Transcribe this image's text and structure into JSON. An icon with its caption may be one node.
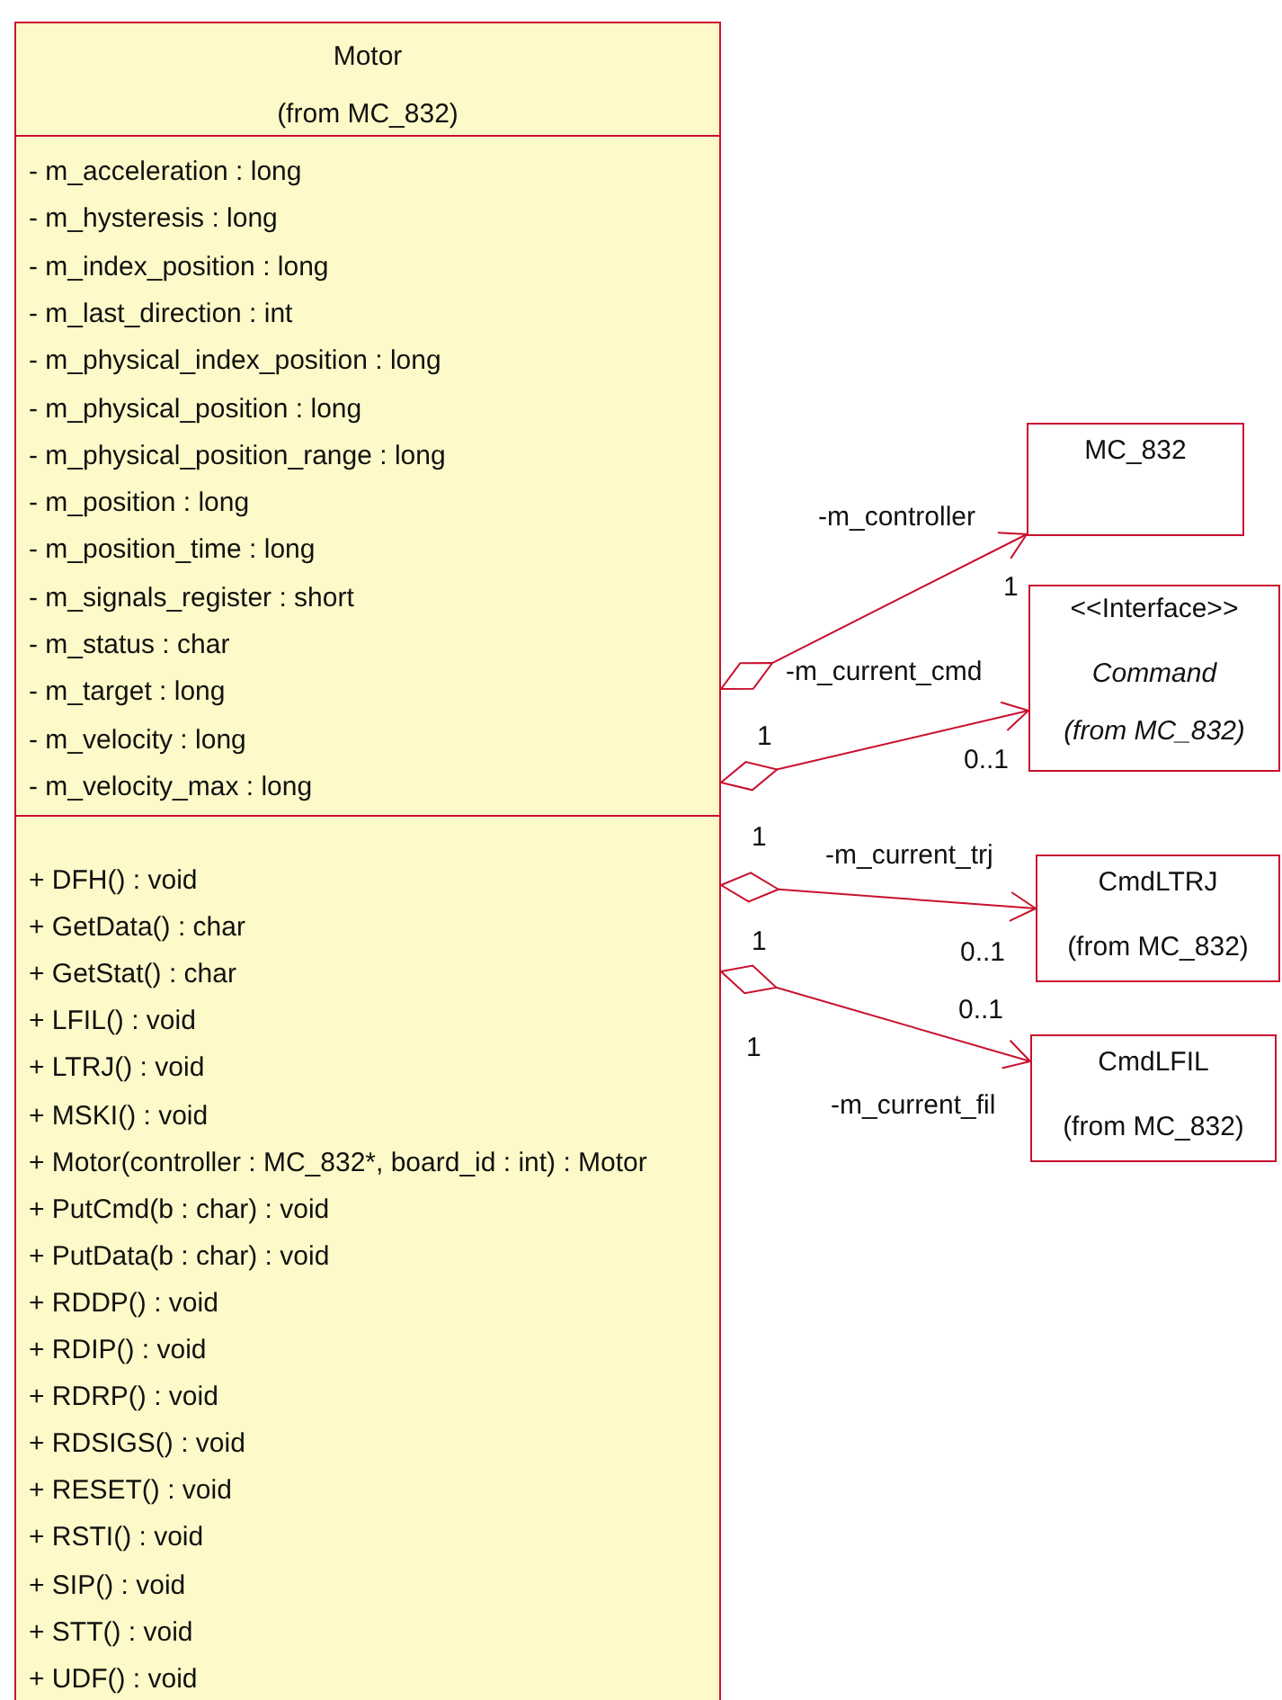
{
  "diagram": {
    "nodes": [
      {
        "text": [
          "Motor",
          "(from MC_832)"
        ]
      },
      {
        "text": [
          "- m_acceleration : long",
          "- m_hysteresis : long",
          "- m_index_position : long",
          "- m_last_direction : int",
          "- m_physical_index_position : long",
          "- m_physical_position : long",
          "- m_physical_position_range : long",
          "- m_position : long",
          "- m_position_time : long",
          "- m_signals_register : short",
          "- m_status : char",
          "- m_target : long",
          "- m_velocity : long",
          "- m_velocity_max : long"
        ],
        "in": 0
      },
      {
        "text": [
          "+ DFH() : void",
          "+ GetData() : char",
          "+ GetStat() : char",
          "+ LFIL() : void",
          "+ LTRJ() : void",
          "+ MSKI() : void",
          "+ Motor(controller : MC_832*, board_id : int) : Motor",
          "+ PutCmd(b : char) : void",
          "+ PutData(b : char) : void",
          "+ RDDP() : void",
          "+ RDIP() : void",
          "+ RDRP() : void",
          "+ RDSIGS() : void",
          "+ RESET() : void",
          "+ RSTI() : void",
          "+ SIP() : void",
          "+ STT() : void",
          "+ UDF() : void"
        ],
        "in": 0
      },
      {
        "text": [
          "MC_832"
        ]
      },
      {
        "text": [
          "<<Interface>>",
          "Command",
          "(from MC_832)"
        ]
      },
      {
        "text": [
          "CmdLTRJ",
          "(from MC_832)"
        ]
      },
      {
        "text": [
          "CmdLFIL",
          "(from MC_832)"
        ]
      }
    ],
    "edges": [
      {
        "from": 0,
        "to": 3,
        "arrow": "to",
        "label": "-m_controller"
      },
      {
        "from": 0,
        "to": 4,
        "arrow": "to",
        "label": "-m_current_cmd"
      },
      {
        "from": 0,
        "to": 5,
        "arrow": "to",
        "label": "-m_current_trj"
      },
      {
        "from": 0,
        "to": 6,
        "arrow": "to",
        "label": "-m_current_fil"
      }
    ],
    "labels": [
      "1",
      "1",
      "0..1",
      "1",
      "1",
      "0..1",
      "0..1",
      "1"
    ]
  }
}
